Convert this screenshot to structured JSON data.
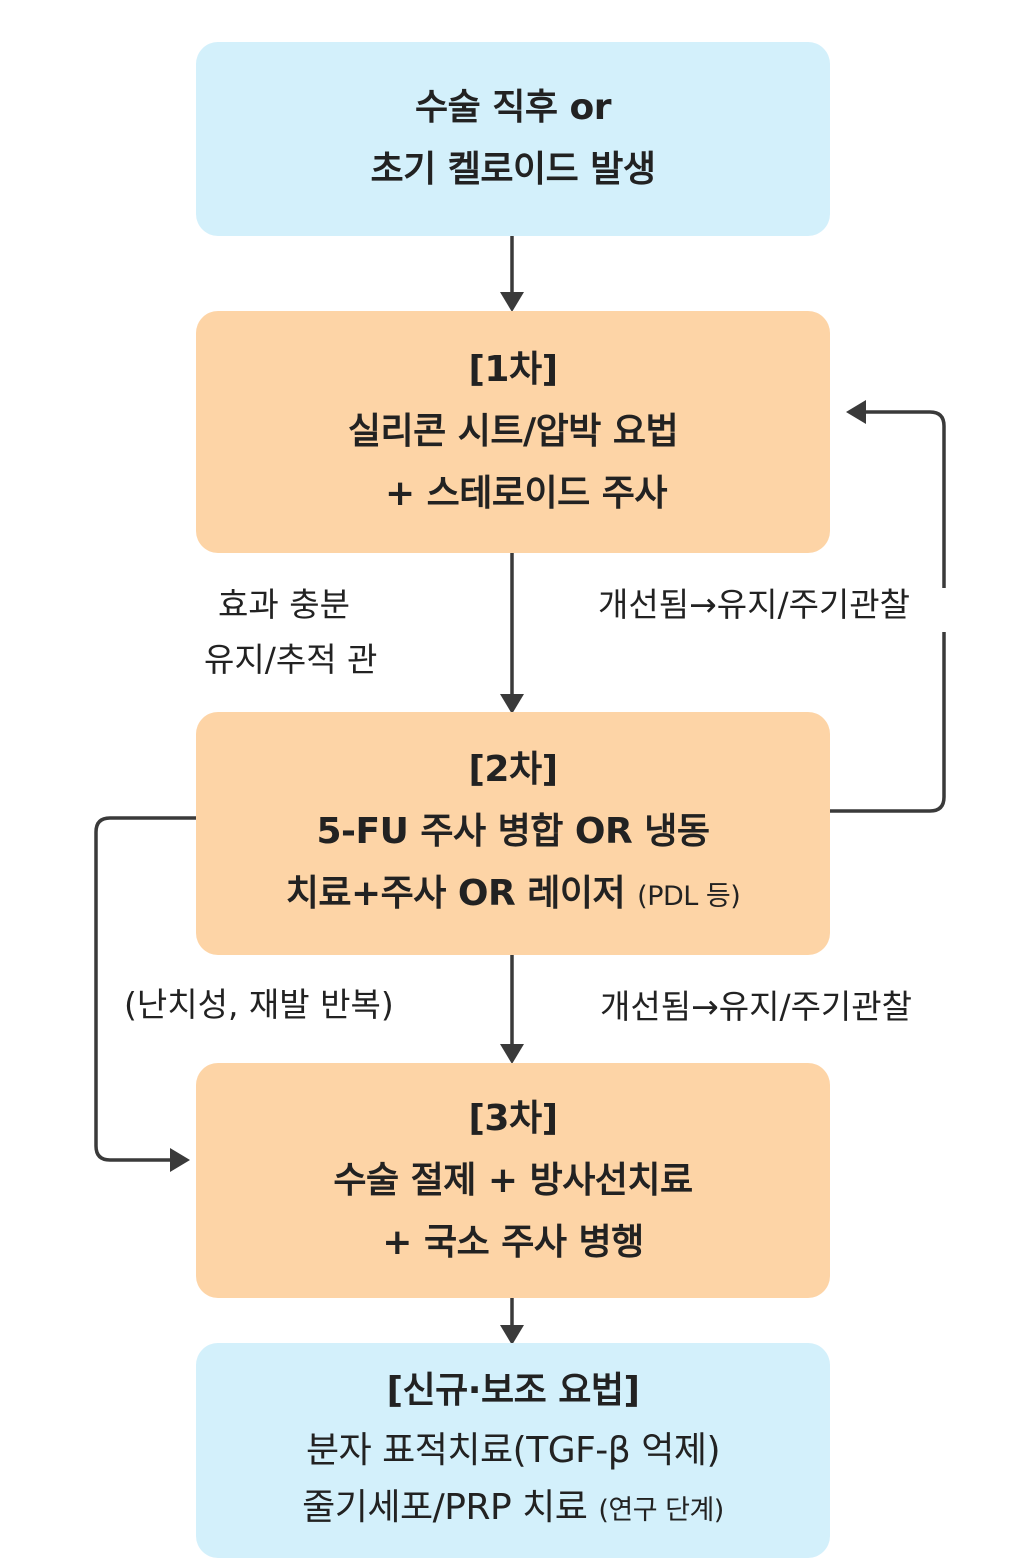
{
  "nodes": {
    "start": {
      "line1": "수술 직후 or",
      "line2": "초기 켈로이드 발생"
    },
    "first": {
      "title": "[1차]",
      "line1": "실리콘 시트/압박 요법",
      "line2": "+ 스테로이드 주사"
    },
    "second": {
      "title": "[2차]",
      "line1": "5-FU 주사 병합 OR 냉동",
      "line2_main": "치료+주사 OR 레이저",
      "line2_small": "(PDL 등)"
    },
    "third": {
      "title": "[3차]",
      "line1": "수술 절제 + 방사선치료",
      "line2": "+ 국소 주사 병행"
    },
    "adjunct": {
      "title": "[신규·보조 요법]",
      "line1": "분자 표적치료(TGF-β 억제)",
      "line2_main": "줄기세포/PRP 치료",
      "line2_small": "(연구 단계)"
    }
  },
  "edge_labels": {
    "effect_1": "효과 충분",
    "effect_2": "유지/추적 관",
    "improved_top": "개선됨→유지/주기관찰",
    "refractory": "(난치성, 재발 반복)",
    "improved_mid": "개선됨→유지/주기관찰"
  },
  "colors": {
    "blue_box": "#d3f0fb",
    "orange_box": "#fdd4a6",
    "arrow": "#3a3a3a"
  }
}
